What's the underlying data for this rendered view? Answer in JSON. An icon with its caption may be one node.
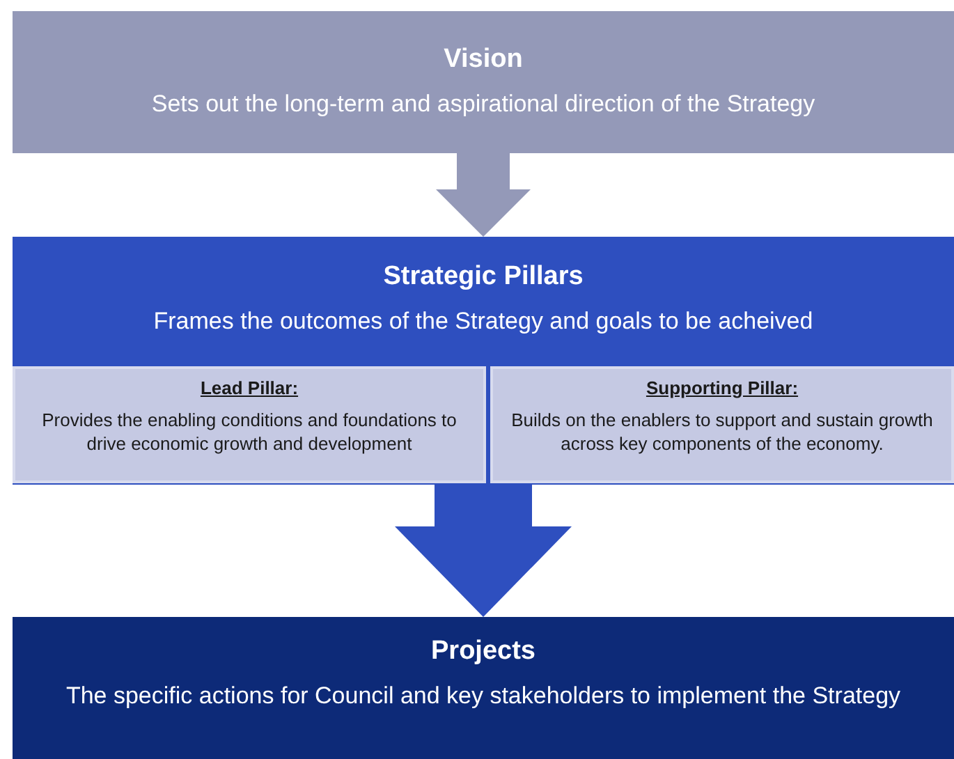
{
  "diagram": {
    "nodes": [
      {
        "text": [
          "Vision",
          "Sets out the long-term and aspirational direction of the Strategy"
        ]
      },
      {
        "text": [
          "Strategic Pillars",
          "Frames the outcomes of the Strategy and goals to be acheived"
        ]
      },
      {
        "text": [
          "Lead Pillar:",
          "Provides the enabling conditions and foundations to drive economic growth and development"
        ],
        "in": 1
      },
      {
        "text": [
          "Supporting Pillar:",
          "Builds on the enablers to support and sustain growth across key components of the economy."
        ],
        "in": 1
      },
      {
        "text": [
          "Projects",
          "The specific actions for Council and key stakeholders to implement the Strategy"
        ]
      }
    ],
    "edges": [
      {
        "from": 0,
        "to": 1,
        "arrow": "to",
        "color": "#9499b8"
      },
      {
        "from": 1,
        "to": 4,
        "arrow": "to",
        "style": "thick",
        "color": "#2e4fbf"
      }
    ]
  }
}
